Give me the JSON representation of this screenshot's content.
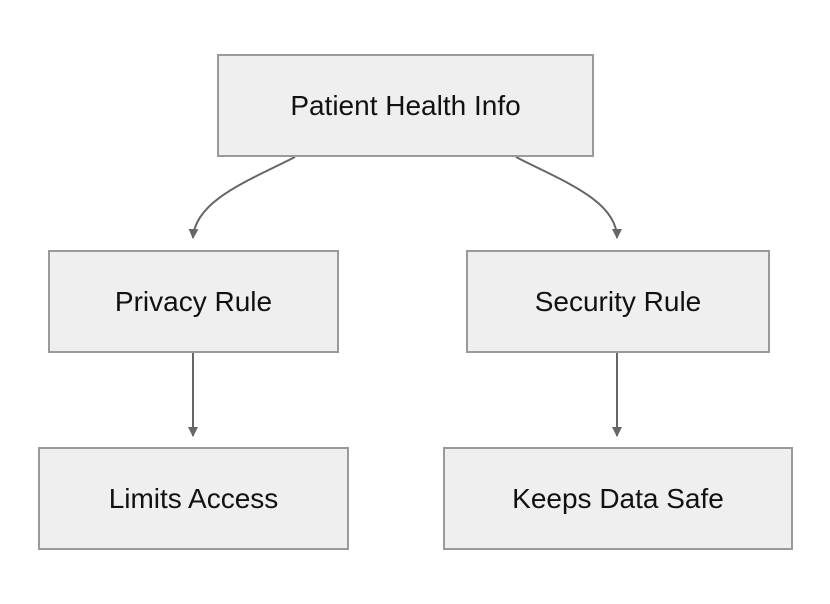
{
  "diagram": {
    "nodes": {
      "phi": "Patient Health Info",
      "privacy": "Privacy Rule",
      "security": "Security Rule",
      "limits": "Limits Access",
      "keeps": "Keeps Data Safe"
    },
    "edges": [
      {
        "from": "Patient Health Info",
        "to": "Privacy Rule"
      },
      {
        "from": "Patient Health Info",
        "to": "Security Rule"
      },
      {
        "from": "Privacy Rule",
        "to": "Limits Access"
      },
      {
        "from": "Security Rule",
        "to": "Keeps Data Safe"
      }
    ],
    "colors": {
      "node_fill": "#efefef",
      "node_border": "#9a9a9a",
      "edge": "#666666",
      "text": "#111111"
    }
  }
}
